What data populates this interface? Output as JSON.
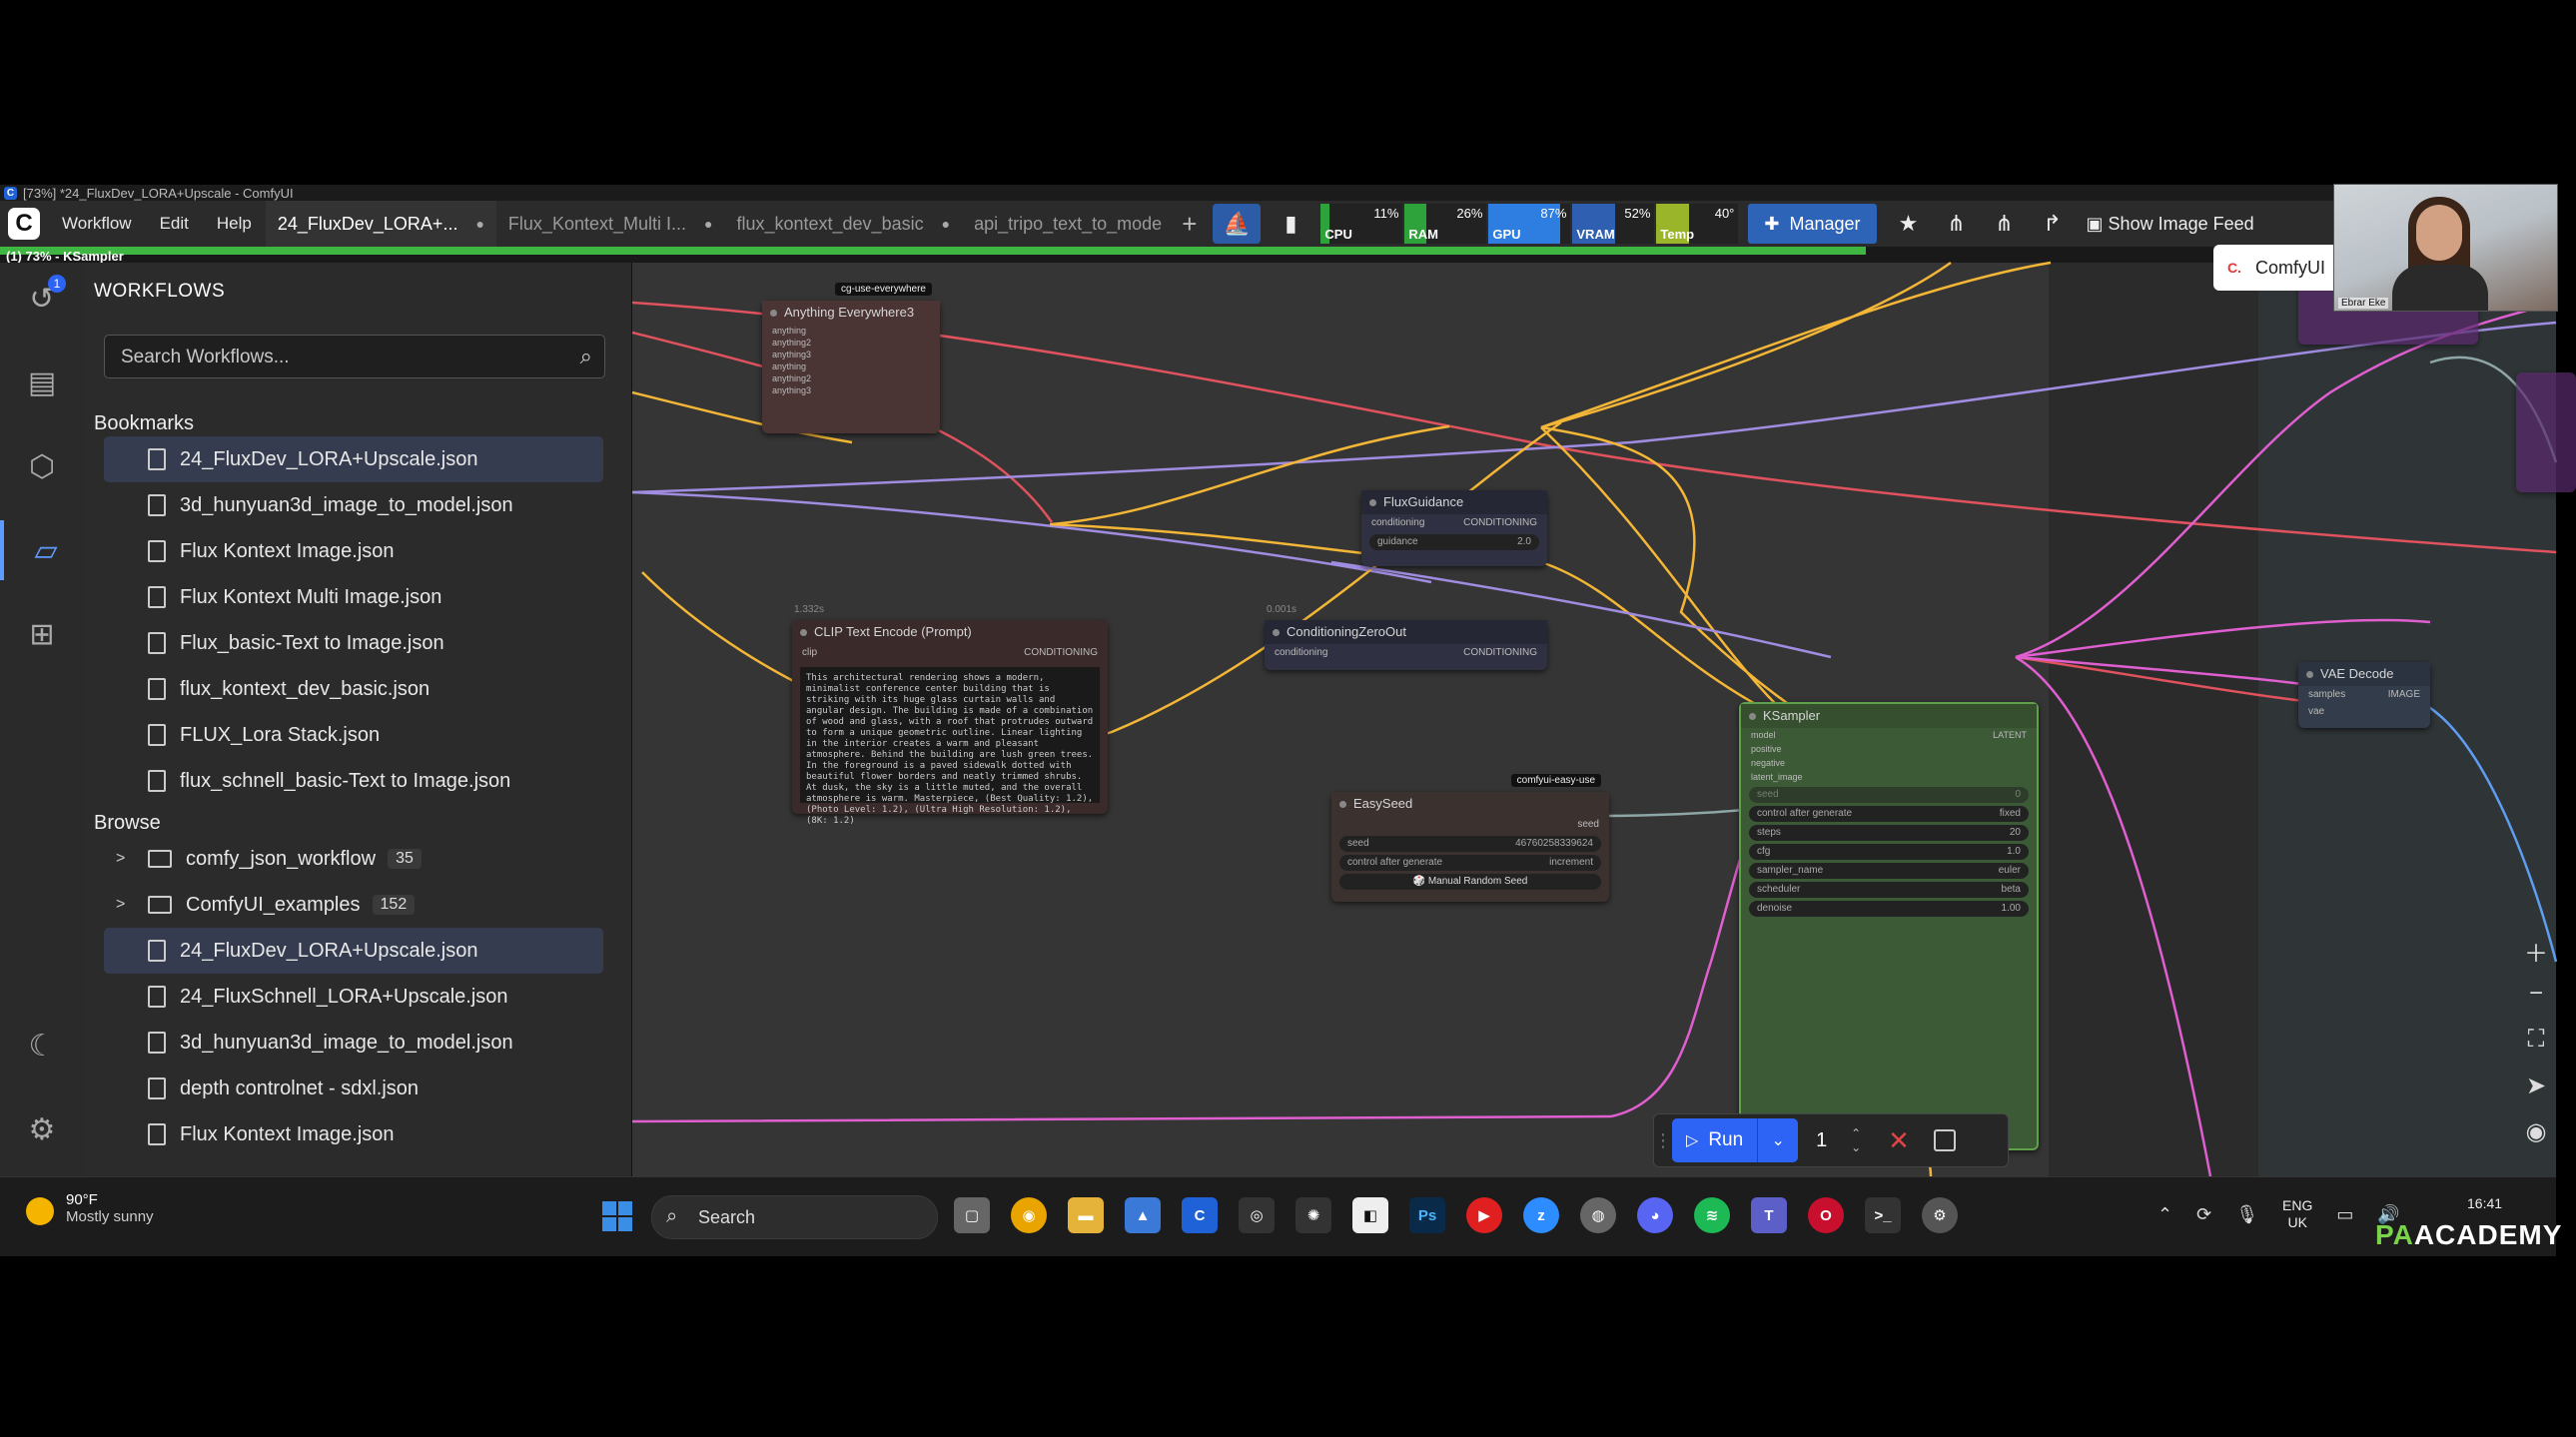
{
  "window": {
    "title": "[73%] *24_FluxDev_LORA+Upscale - ComfyUI"
  },
  "menu": [
    "Workflow",
    "Edit",
    "Help"
  ],
  "tabs": [
    {
      "label": "24_FluxDev_LORA+...",
      "active": true
    },
    {
      "label": "Flux_Kontext_Multi I...",
      "active": false
    },
    {
      "label": "flux_kontext_dev_basic",
      "active": false
    },
    {
      "label": "api_tripo_text_to_mode",
      "active": false
    }
  ],
  "monitor": {
    "cpu": {
      "label": "CPU",
      "value": "11%",
      "pct": 11,
      "color": "#2fa33b"
    },
    "ram": {
      "label": "RAM",
      "value": "26%",
      "pct": 26,
      "color": "#2fa33b"
    },
    "gpu": {
      "label": "GPU",
      "value": "87%",
      "pct": 87,
      "color": "#2e7de0"
    },
    "vram": {
      "label": "VRAM",
      "value": "52%",
      "pct": 52,
      "color": "#2e5fb0"
    },
    "temp": {
      "label": "Temp",
      "value": "40°",
      "pct": 40,
      "color": "#9ab52a"
    }
  },
  "toolbar": {
    "manager_label": "Manager",
    "show_feed_label": "Show Image Feed"
  },
  "progress": {
    "text": "(1) 73% - KSampler",
    "pct": 73
  },
  "sidebar": {
    "queue_badge": "1"
  },
  "workflows": {
    "title": "WORKFLOWS",
    "search_placeholder": "Search Workflows...",
    "bookmarks_label": "Bookmarks",
    "bookmarks": [
      "24_FluxDev_LORA+Upscale.json",
      "3d_hunyuan3d_image_to_model.json",
      "Flux Kontext Image.json",
      "Flux Kontext Multi Image.json",
      "Flux_basic-Text to Image.json",
      "flux_kontext_dev_basic.json",
      "FLUX_Lora Stack.json",
      "flux_schnell_basic-Text to Image.json"
    ],
    "browse_label": "Browse",
    "folders": [
      {
        "name": "comfy_json_workflow",
        "count": "35"
      },
      {
        "name": "ComfyUI_examples",
        "count": "152"
      }
    ],
    "browse_files": [
      "24_FluxDev_LORA+Upscale.json",
      "24_FluxSchnell_LORA+Upscale.json",
      "3d_hunyuan3d_image_to_model.json",
      "depth controlnet - sdxl.json",
      "Flux Kontext Image.json"
    ]
  },
  "nodes": {
    "anything": {
      "tag": "cg-use-everywhere",
      "title": "Anything Everywhere3",
      "inputs": [
        "anything",
        "anything2",
        "anything3",
        "anything",
        "anything2",
        "anything3"
      ]
    },
    "flux_guidance": {
      "title": "FluxGuidance",
      "input": "conditioning",
      "output": "CONDITIONING",
      "widget_label": "guidance",
      "widget_value": "2.0"
    },
    "clip": {
      "time": "1.332s",
      "title": "CLIP Text Encode (Prompt)",
      "input": "clip",
      "output": "CONDITIONING",
      "text": "This architectural rendering shows a modern, minimalist conference center building that is striking with its huge glass curtain walls and angular design. The building is made of a combination of wood and glass, with a roof that protrudes outward to form a unique geometric outline. Linear lighting in the interior creates a warm and pleasant atmosphere. Behind the building are lush green trees. In the foreground is a paved sidewalk dotted with beautiful flower borders and neatly trimmed shrubs. At dusk, the sky is a little muted, and the overall atmosphere is warm. Masterpiece, (Best Quality: 1.2), (Photo Level: 1.2), (Ultra High Resolution: 1.2), (8K: 1.2)"
    },
    "czo": {
      "time": "0.001s",
      "title": "ConditioningZeroOut",
      "input": "conditioning",
      "output": "CONDITIONING"
    },
    "easyseed": {
      "tag": "comfyui-easy-use",
      "title": "EasySeed",
      "output": "seed",
      "w1_label": "seed",
      "w1_value": "467602583396​24",
      "w2_label": "control after generate",
      "w2_value": "increment",
      "button": "🎲 Manual Random Seed"
    },
    "ksampler": {
      "title": "KSampler",
      "inputs": [
        "model",
        "positive",
        "negative",
        "latent_image",
        "seed"
      ],
      "output": "LATENT",
      "seed_row": "seed",
      "seed_row_value": "0",
      "widgets": [
        {
          "label": "control after generate",
          "value": "fixed"
        },
        {
          "label": "steps",
          "value": "20"
        },
        {
          "label": "cfg",
          "value": "1.0"
        },
        {
          "label": "sampler_name",
          "value": "euler"
        },
        {
          "label": "scheduler",
          "value": "beta"
        },
        {
          "label": "denoise",
          "value": "1.00"
        }
      ]
    },
    "vae": {
      "title": "VAE Decode",
      "inputs": [
        "samples",
        "vae"
      ],
      "output": "IMAGE"
    }
  },
  "runbar": {
    "run_label": "Run",
    "count": "1"
  },
  "taskbar": {
    "temp": "90°F",
    "weather": "Mostly sunny",
    "search": "Search",
    "lang1": "ENG",
    "lang2": "UK",
    "time": "16:41"
  },
  "watermark": {
    "pa": "PA",
    "academy": "ACADEMY"
  },
  "webcam": {
    "name": "Ebrar Eke"
  },
  "popup": {
    "label": "ComfyUI"
  }
}
